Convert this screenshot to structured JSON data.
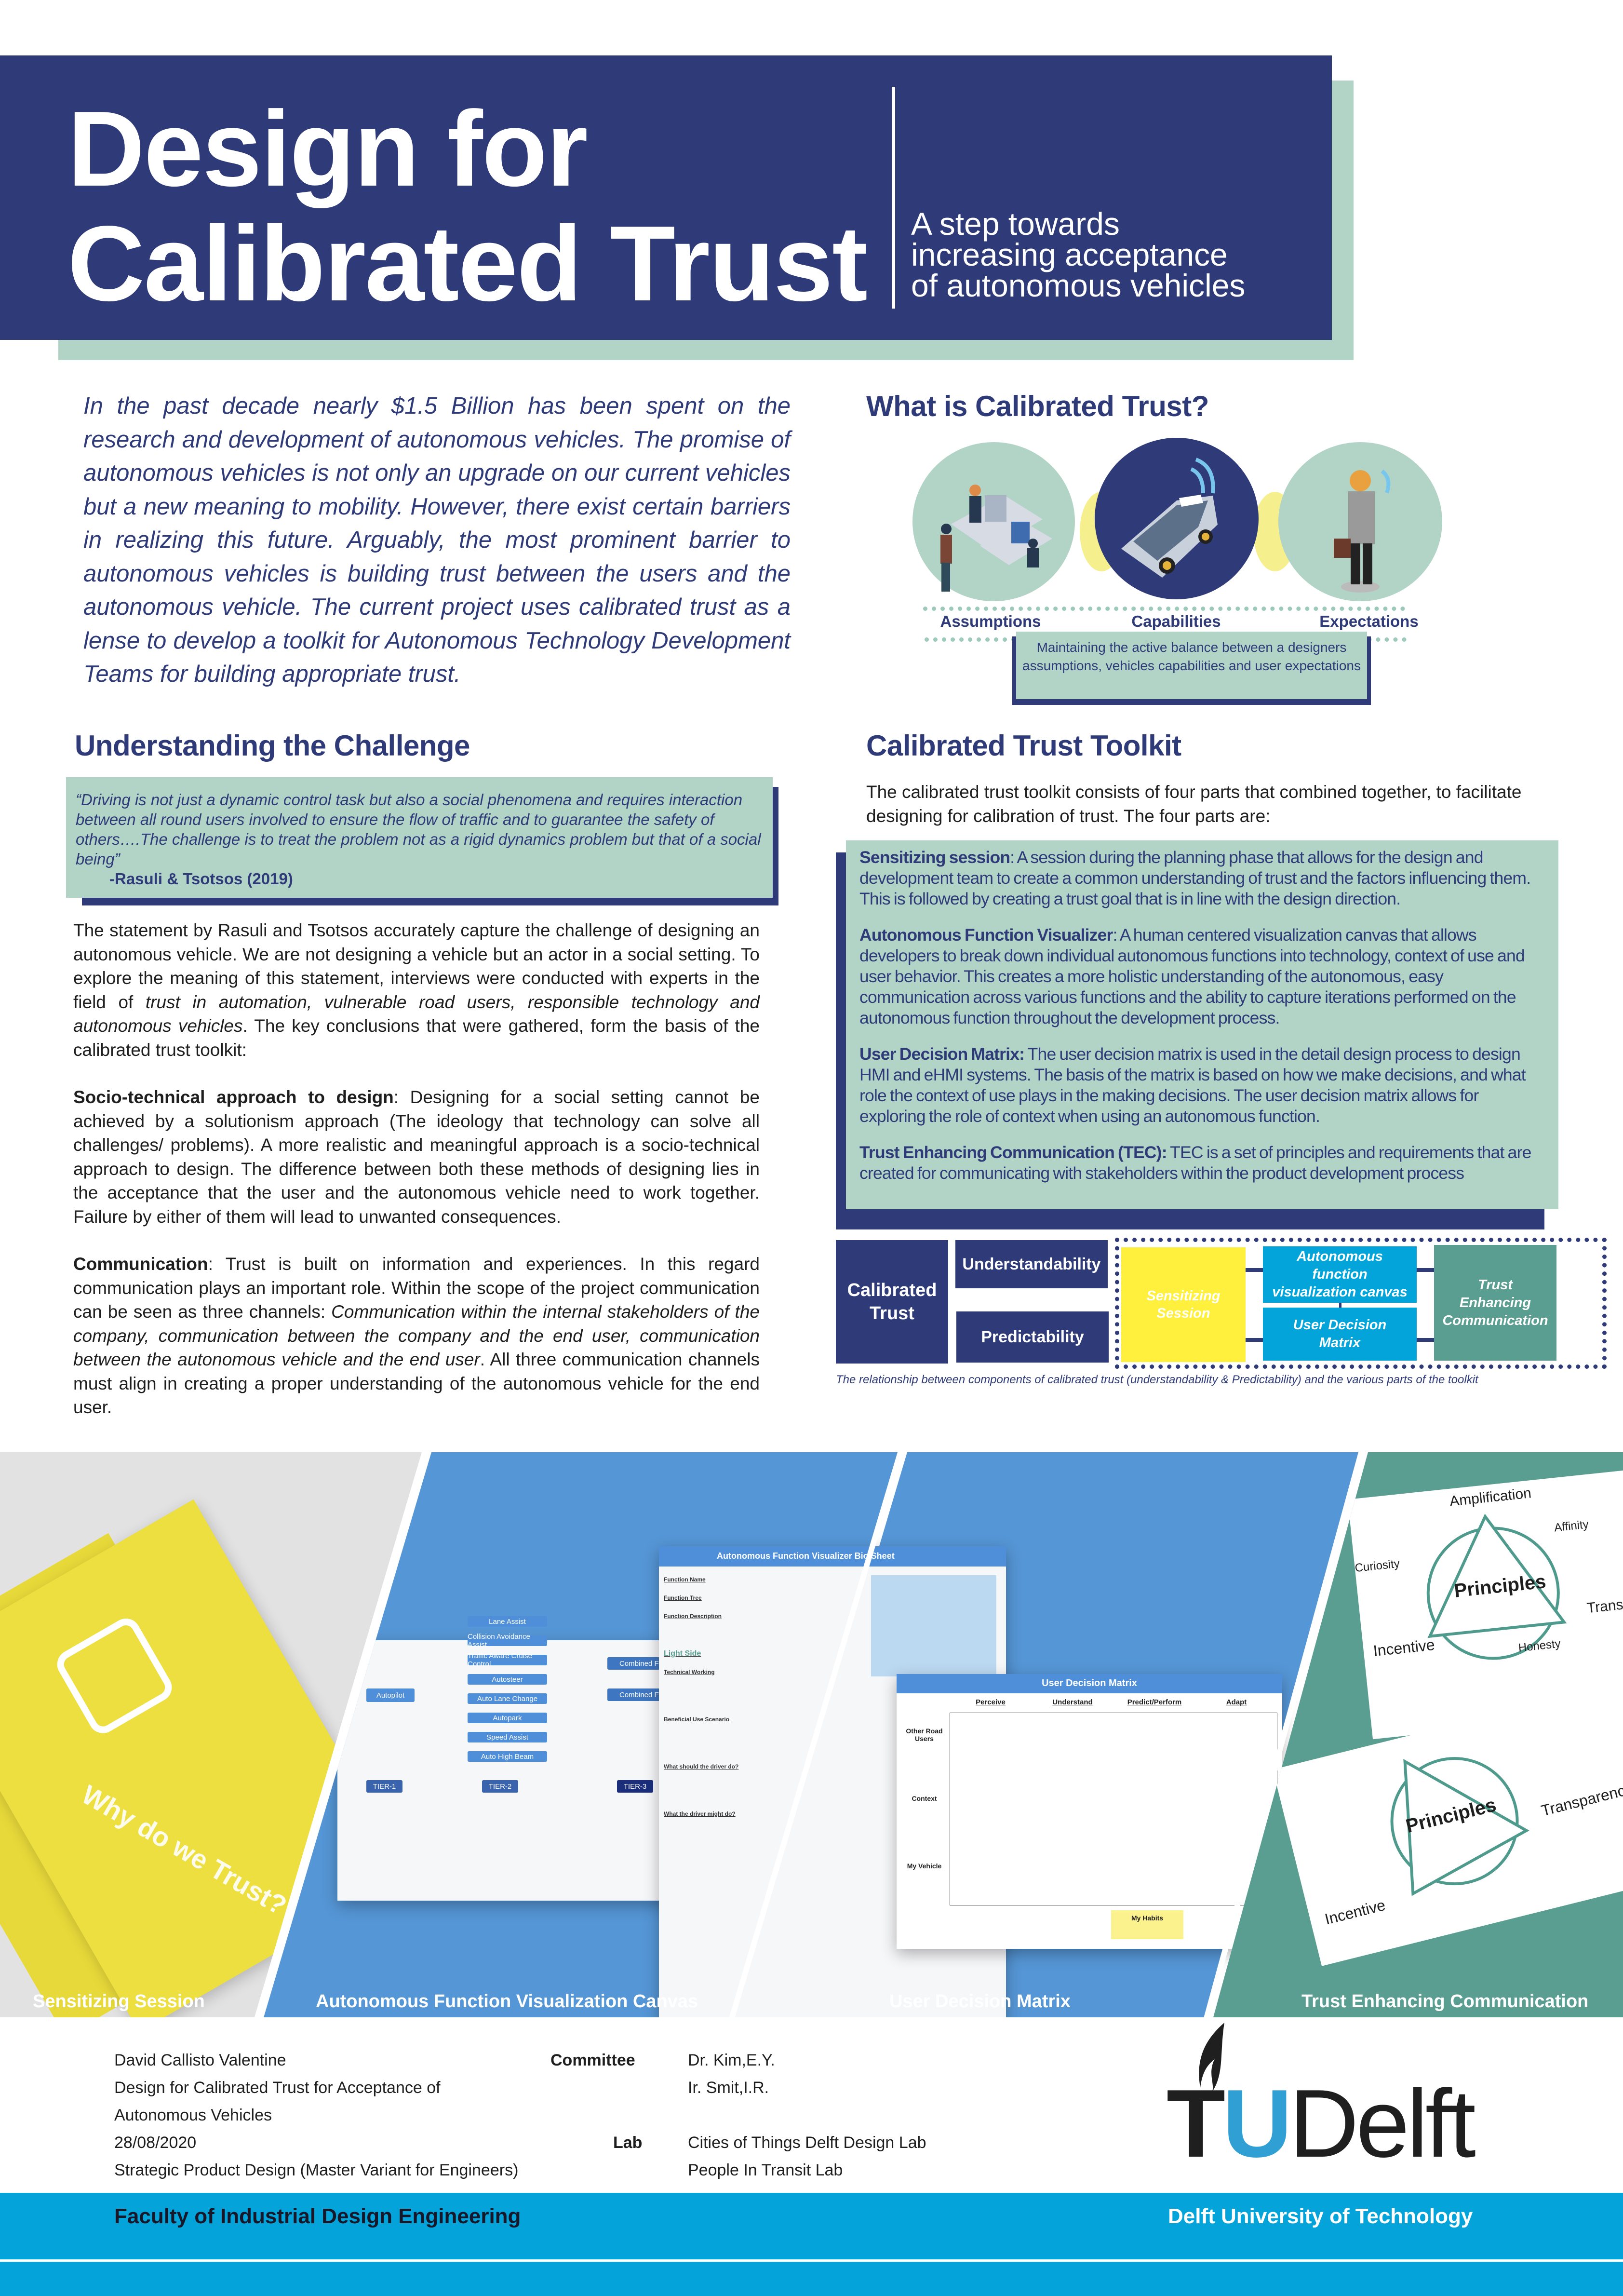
{
  "header": {
    "title_line1": "Design for",
    "title_line2": "Calibrated Trust",
    "subtitle_line1": "A step towards",
    "subtitle_line2": "increasing acceptance",
    "subtitle_line3": "of autonomous vehicles"
  },
  "intro": "In the past decade nearly $1.5 Billion has been spent on the research and development of autonomous vehicles. The promise of autonomous vehicles is not only an upgrade on our current vehicles but a new meaning to mobility. However, there exist certain barriers in realizing this future. Arguably, the most prominent barrier to autonomous vehicles is building trust between the users and the autonomous vehicle. The current project uses calibrated trust as a lense to develop a toolkit for Autonomous Technology Development Teams for building appropriate trust.",
  "what_is": {
    "heading": "What is Calibrated Trust?",
    "labels": [
      "Assumptions",
      "Capabilities",
      "Expectations"
    ],
    "caption": "Maintaining the active balance between a designers assumptions, vehicles capabilities and user expectations"
  },
  "challenge": {
    "heading": "Understanding the Challenge",
    "quote": "“Driving is not just a dynamic control task but also a social phenomena and requires interaction between all round users involved to ensure the flow of traffic and to guarantee the safety of others….The challenge is to treat the problem not as a rigid dynamics problem but that of a social being”",
    "quote_source": "-Rasuli & Tsotsos (2019)",
    "p1_a": "The statement by Rasuli and Tsotsos accurately capture the challenge of designing an autonomous vehicle. We are not designing a vehicle but an actor in a social setting. To explore the meaning of this statement, interviews were conducted with experts in the field of ",
    "p1_i": "trust in automation, vulnerable road users, responsible technology and autonomous vehicles",
    "p1_b": ". The key conclusions that were gathered, form the basis of the calibrated trust toolkit:",
    "p2_bold": "Socio-technical approach to design",
    "p2": ": Designing for a social setting cannot be achieved by a solutionism approach (The ideology that technology can solve all challenges/ problems). A more realistic and meaningful approach is a socio-technical approach to design. The difference between both these methods of designing lies in the acceptance that the user and the autonomous vehicle need to work together. Failure by either of them will lead to unwanted consequences.",
    "p3_bold": "Communication",
    "p3_a": ": Trust is built on information and experiences. In this regard communication plays an important role. Within the scope of the project communication can be seen as three channels: ",
    "p3_i": "Communication within the internal stakeholders of the company, communication between the company and the end user, communication between the autonomous vehicle and the end user",
    "p3_b": ". All three communication channels must align in creating a proper understanding of  the autonomous vehicle for the end user."
  },
  "toolkit": {
    "heading": "Calibrated Trust Toolkit",
    "intro": "The calibrated trust toolkit consists of four parts that combined together, to facilitate designing for calibration of trust. The four parts are:",
    "parts": [
      {
        "name": "Sensitizing session",
        "text": ": A session during the planning phase that allows for the design and development team to create a common understanding of trust and the factors influencing them. This is followed by creating a trust goal that is in line with the design direction."
      },
      {
        "name": "Autonomous Function Visualizer",
        "text": ": A human centered visualization canvas that allows developers to break down individual autonomous functions into technology, context of use and user behavior. This creates a more holistic understanding of the autonomous, easy communication across various functions and the ability to capture iterations performed on the autonomous function throughout the development process."
      },
      {
        "name": "User Decision Matrix:",
        "text": " The user decision matrix is used in the detail design process to design HMI and eHMI systems. The basis of the matrix is based on how we make decisions, and what role the context of use plays in the making decisions. The user decision matrix allows for exploring the role of context when using an autonomous function."
      },
      {
        "name": "Trust Enhancing Communication (TEC):",
        "text": " TEC is a set of principles and requirements that are created for communicating with stakeholders within the product development process"
      }
    ],
    "diagram": {
      "calibrated_trust": "Calibrated Trust",
      "understandability": "Understandability",
      "predictability": "Predictability",
      "sensitizing": "Sensitizing Session",
      "afv": "Autonomous function visualization canvas",
      "udm": "User Decision Matrix",
      "tec": "Trust Enhancing Communication",
      "caption": "The relationship between components of calibrated trust (understandability & Predictability) and the various parts of the toolkit"
    },
    "colors": {
      "navy": "#2f3a78",
      "mint": "#b2d4c7",
      "yellow": "#fef03c",
      "blue": "#03a4d9",
      "teal": "#5a9e91"
    }
  },
  "gallery": {
    "labels": [
      "Sensitizing  Session",
      "Autonomous Function Visualization Canvas",
      "User Decision Matrix",
      "Trust Enhancing Communication"
    ],
    "booklet_text": "Why do we Trust?",
    "afv": {
      "root": "Autopilot",
      "nodes": [
        "Lane Assist",
        "Collision Avoidance Assist",
        "Traffic Aware Cruise Control",
        "Autosteer",
        "Auto Lane Change",
        "Autopark",
        "Speed Assist",
        "Auto High Beam"
      ],
      "combined": [
        "Combined Fu",
        "Combined Fu"
      ],
      "tiers": [
        "TIER-1",
        "TIER-2",
        "TIER-3"
      ]
    },
    "afv_sheet": {
      "title": "Autonomous Function Visualizer Bio Sheet",
      "fields": [
        "Function Name",
        "Function Tree",
        "Function Description",
        "Technical Working",
        "Beneficial Use Scenario",
        "What should the driver do?",
        "What the driver might do?"
      ],
      "light_side": "Light Side"
    },
    "udm": {
      "title": "User Decision Matrix",
      "cols": [
        "Perceive",
        "Understand",
        "Predict/Perform",
        "Adapt"
      ],
      "rows": [
        "Other Road Users",
        "Context",
        "My Vehicle"
      ],
      "habits": "My Habits"
    },
    "tec": {
      "center": "Principles",
      "items": [
        "Amplification",
        "Affinity",
        "Transparency",
        "Honesty",
        "Incentive",
        "Curiosity"
      ]
    }
  },
  "footer": {
    "author": "David Callisto Valentine",
    "project_1": "Design for Calibrated Trust for Acceptance of",
    "project_2": "Autonomous Vehicles",
    "date": "28/08/2020",
    "program": "Strategic Product Design (Master Variant for Engineers)",
    "committee_label": "Committee",
    "committee": [
      "Dr. Kim,E.Y.",
      "Ir. Smit,I.R."
    ],
    "lab_label": "Lab",
    "labs": [
      "Cities of Things Delft Design Lab",
      "People In Transit Lab"
    ],
    "logo_tu": "TU",
    "logo_delft": "Delft",
    "faculty": "Faculty of Industrial Design Engineering",
    "university": "Delft University of Technology"
  }
}
